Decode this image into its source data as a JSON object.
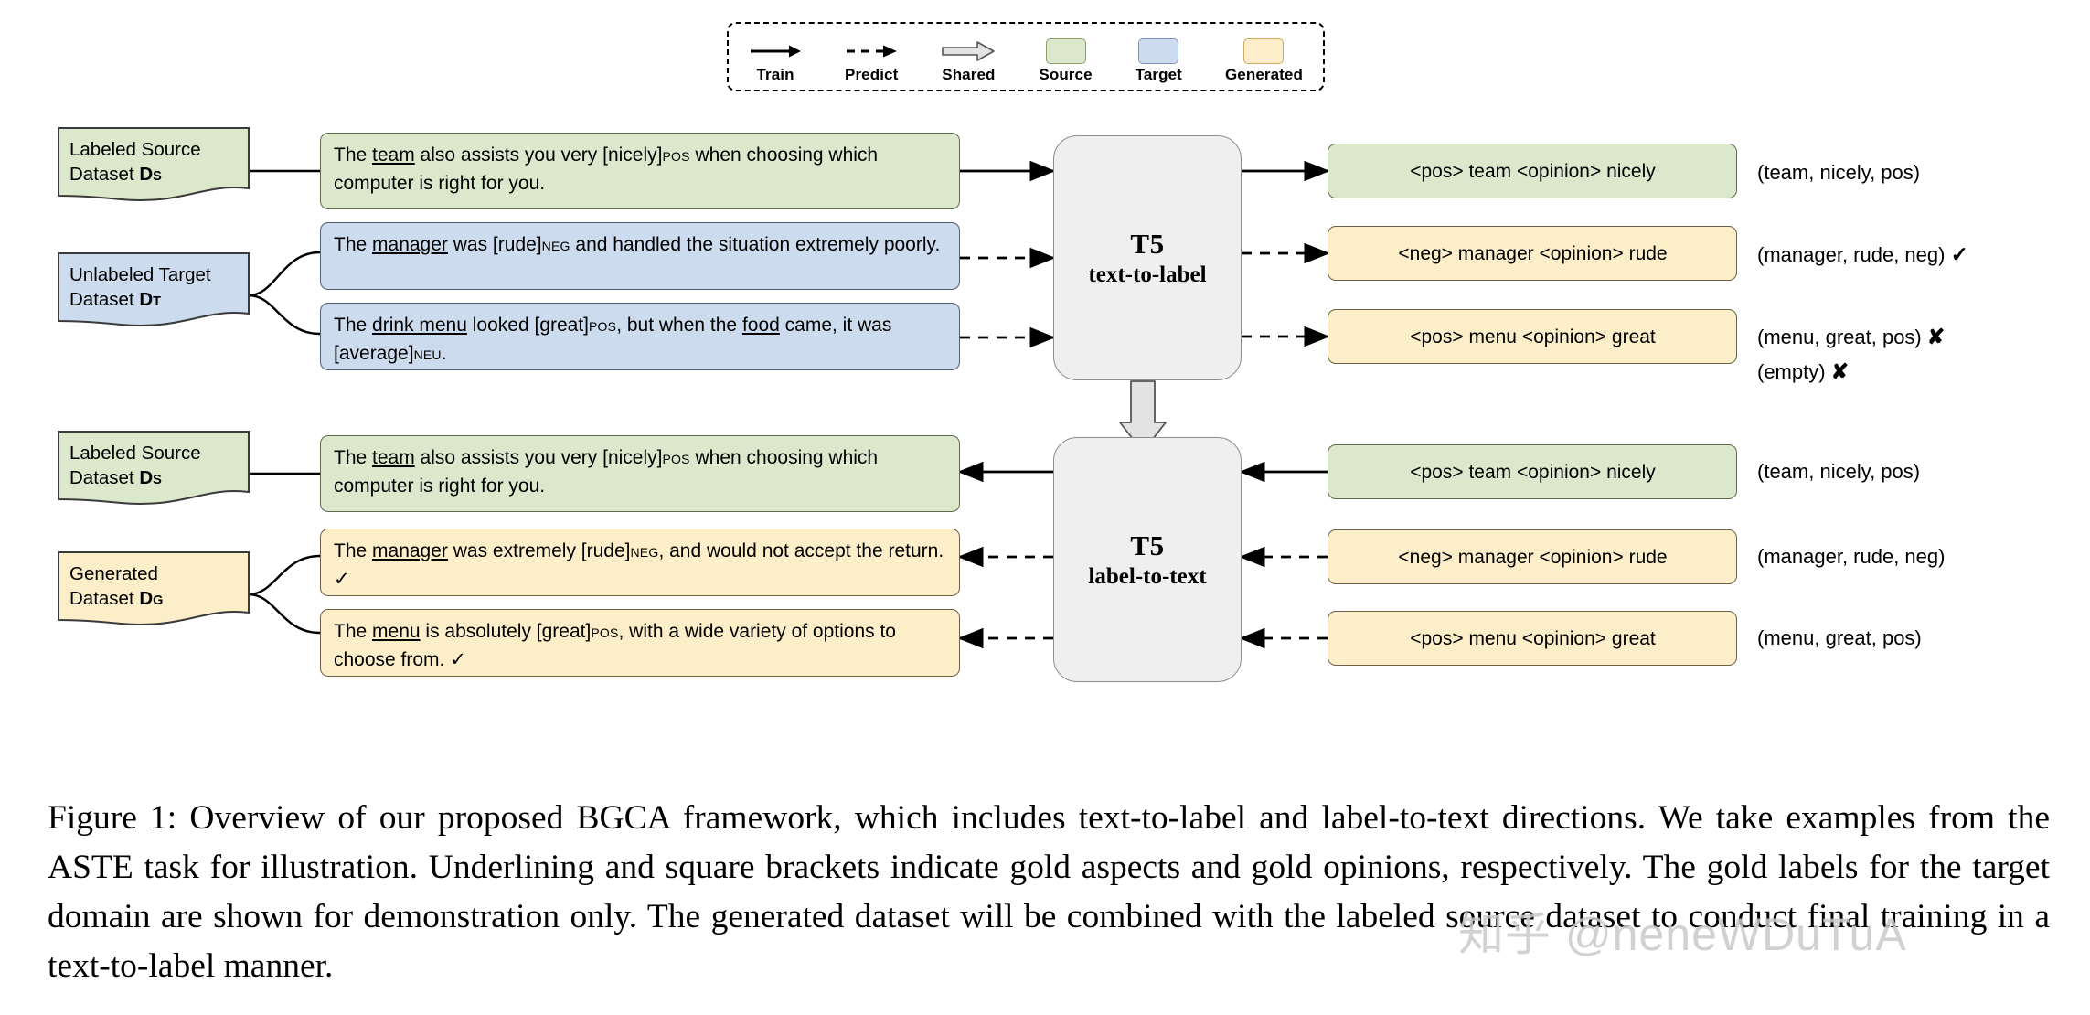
{
  "legend": {
    "items": [
      {
        "label": "Train",
        "glyph": "solid-arrow-icon"
      },
      {
        "label": "Predict",
        "glyph": "dashed-arrow-icon"
      },
      {
        "label": "Shared",
        "glyph": "block-arrow-icon"
      },
      {
        "label": "Source",
        "glyph": "green-swatch-icon"
      },
      {
        "label": "Target",
        "glyph": "blue-swatch-icon"
      },
      {
        "label": "Generated",
        "glyph": "yellow-swatch-icon"
      }
    ]
  },
  "colors": {
    "source_green": "#dbe8cc",
    "target_blue": "#ccdcee",
    "generated_yellow": "#fceec8",
    "module_gray": "#efefef",
    "watermark_gray": "#c9c9c9"
  },
  "top_row": {
    "datasets": [
      {
        "line1": "Labeled Source",
        "line2": "Dataset ",
        "symbol": "D",
        "subscript": "S",
        "type": "source"
      },
      {
        "line1": "Unlabeled Target",
        "line2": "Dataset ",
        "symbol": "D",
        "subscript": "T",
        "type": "target"
      }
    ],
    "sentences": [
      {
        "type": "source",
        "parts": [
          {
            "t": "The "
          },
          {
            "t": "team",
            "u": true
          },
          {
            "t": " also assists you very [nicely]"
          },
          {
            "t": "POS",
            "sub": true
          },
          {
            "t": " when choosing which computer is right for you."
          }
        ]
      },
      {
        "type": "target",
        "parts": [
          {
            "t": "The "
          },
          {
            "t": "manager",
            "u": true
          },
          {
            "t": " was [rude]"
          },
          {
            "t": "NEG",
            "sub": true
          },
          {
            "t": " and handled the situation extremely poorly."
          }
        ]
      },
      {
        "type": "target",
        "parts": [
          {
            "t": "The "
          },
          {
            "t": "drink menu",
            "u": true
          },
          {
            "t": " looked [great]"
          },
          {
            "t": "POS",
            "sub": true
          },
          {
            "t": ", but when the "
          },
          {
            "t": "food",
            "u": true
          },
          {
            "t": " came, it was [average]"
          },
          {
            "t": "NEU",
            "sub": true
          },
          {
            "t": "."
          }
        ]
      }
    ],
    "module": {
      "name": "T5",
      "sub": "text-to-label"
    },
    "outputs": [
      {
        "type": "source",
        "text": "<pos> team <opinion> nicely"
      },
      {
        "type": "generated",
        "text": "<neg> manager <opinion> rude"
      },
      {
        "type": "generated",
        "text": "<pos> menu <opinion> great"
      }
    ],
    "tuples": [
      {
        "text": "(team, nicely, pos)",
        "mark": ""
      },
      {
        "text": "(manager, rude, neg)",
        "mark": "✓"
      },
      {
        "text": "(menu, great, pos)",
        "mark": "✘"
      },
      {
        "text": "(empty)",
        "mark": "✘"
      }
    ]
  },
  "bottom_row": {
    "datasets": [
      {
        "line1": "Labeled Source",
        "line2": "Dataset ",
        "symbol": "D",
        "subscript": "S",
        "type": "source"
      },
      {
        "line1": "Generated",
        "line2": "Dataset ",
        "symbol": "D",
        "subscript": "G",
        "type": "generated"
      }
    ],
    "sentences": [
      {
        "type": "source",
        "parts": [
          {
            "t": "The "
          },
          {
            "t": "team",
            "u": true
          },
          {
            "t": " also assists you very [nicely]"
          },
          {
            "t": "POS",
            "sub": true
          },
          {
            "t": " when choosing which computer is right for you."
          }
        ]
      },
      {
        "type": "generated",
        "parts": [
          {
            "t": "The "
          },
          {
            "t": "manager",
            "u": true
          },
          {
            "t": " was extremely [rude]"
          },
          {
            "t": "NEG",
            "sub": true
          },
          {
            "t": ", and would not accept the return. ✓"
          }
        ]
      },
      {
        "type": "generated",
        "parts": [
          {
            "t": "The "
          },
          {
            "t": "menu",
            "u": true
          },
          {
            "t": " is absolutely [great]"
          },
          {
            "t": "POS",
            "sub": true
          },
          {
            "t": ", with a wide variety of options to choose from. ✓"
          }
        ]
      }
    ],
    "module": {
      "name": "T5",
      "sub": "label-to-text"
    },
    "outputs": [
      {
        "type": "source",
        "text": "<pos> team <opinion> nicely"
      },
      {
        "type": "generated",
        "text": "<neg> manager <opinion> rude"
      },
      {
        "type": "generated",
        "text": "<pos> menu <opinion> great"
      }
    ],
    "tuples": [
      {
        "text": "(team, nicely, pos)",
        "mark": ""
      },
      {
        "text": "(manager, rude, neg)",
        "mark": ""
      },
      {
        "text": "(menu, great, pos)",
        "mark": ""
      }
    ]
  },
  "caption": "Figure 1: Overview of our proposed BGCA framework, which includes text-to-label and label-to-text directions. We take examples from the ASTE task for illustration. Underlining and square brackets indicate gold aspects and gold opinions, respectively. The gold labels for the target domain are shown for demonstration only. The generated dataset will be combined with the labeled source dataset to conduct final training in a text-to-label manner.",
  "watermark": "知乎 @neneWDuTuA"
}
